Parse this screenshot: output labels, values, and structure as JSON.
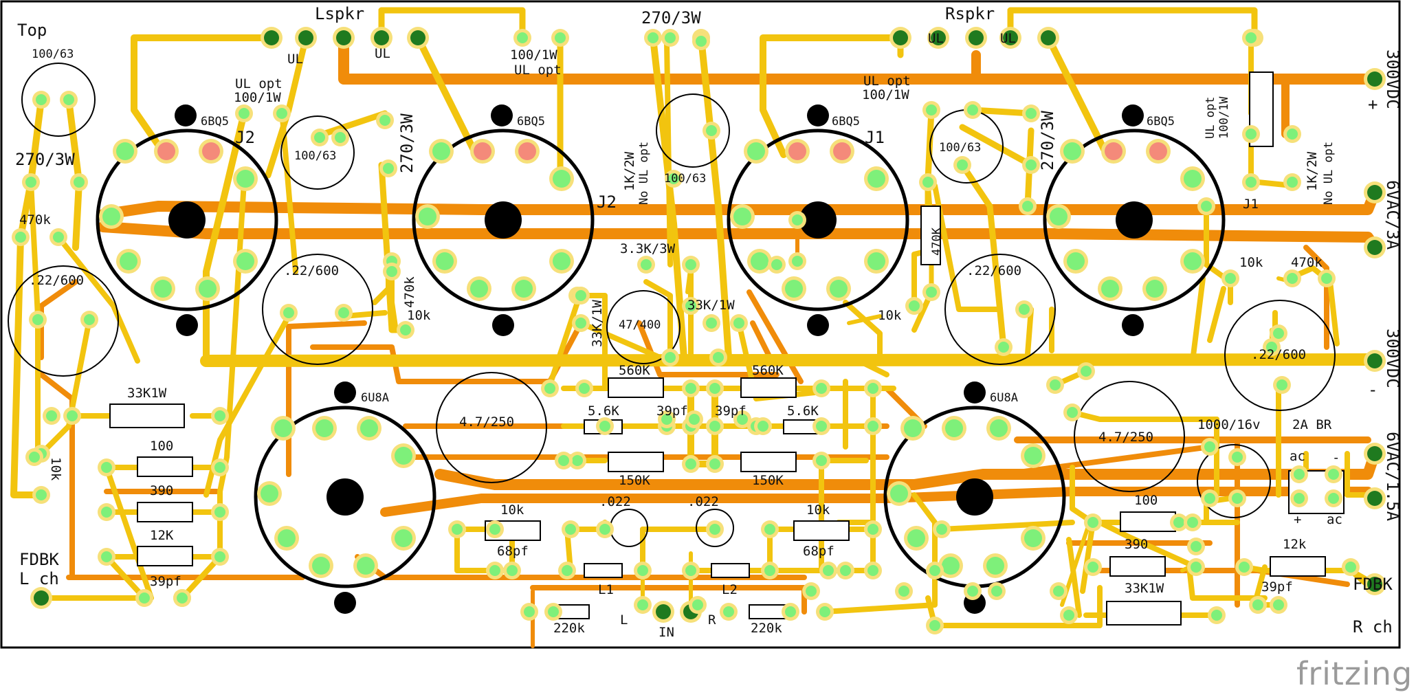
{
  "app": {
    "watermark": "fritzing"
  },
  "colors": {
    "trace_top": "#f2c40f",
    "trace_bottom": "#f08c0a",
    "pad": "#7ef07a",
    "pad_ring": "#f6e07a",
    "pad_red": "#f48a7a",
    "outline": "#000000"
  },
  "labels": {
    "top": "Top",
    "lspkr": "Lspkr",
    "rspkr": "Rspkr",
    "ul_1": "UL",
    "ul_2": "UL",
    "ul_3": "UL",
    "ul_4": "UL",
    "r_100_1w_a": "100/1W",
    "ul_opt_a": "UL opt",
    "r_270_3w_top": "270/3W",
    "ul_opt_b": "UL opt",
    "r_100_1w_b": "100/1W",
    "ul_opt_c": "UL opt",
    "r_100_1w_c": "100/1W",
    "c_100_63_a": "100/63",
    "r_270_3w_left": "270/3W",
    "r_470k_left": "470k",
    "c_22_600_left": ".22/600",
    "r_10k_left": "10k",
    "c_100_63_b": "100/63",
    "r_270_3w_b": "270/3W",
    "j2_left": "J2",
    "j2_mid": "J2",
    "j1_mid": "J1",
    "j1_right": "J1",
    "tube_6bq5_1": "6BQ5",
    "tube_6bq5_2": "6BQ5",
    "tube_6bq5_3": "6BQ5",
    "tube_6bq5_4": "6BQ5",
    "c_22_600_b": ".22/600",
    "r_470k_b": "470k",
    "r_10k_b": "10k",
    "r_1k2w_left": "1K/2W",
    "no_ul_opt_left": "No UL opt",
    "c_100_63_c": "100/63",
    "r_3_3k_3w": "3.3K/3W",
    "r_33k_1w_left": "33K/1W",
    "c_47_400": "47/400",
    "r_33k_1w_mid": "33K/1W",
    "c_100_63_d": "100/63",
    "r_270_3w_c": "270/3W",
    "r_470k_mid": "470K",
    "c_22_600_c": ".22/600",
    "r_10k_mid": "10k",
    "ul_opt_d": "UL opt",
    "r_100_1w_d": "100/1W",
    "r_1k2w_right": "1K/2W",
    "no_ul_opt_right": "No UL opt",
    "r_10k_right": "10k",
    "r_470k_right": "470k",
    "c_22_600_right": ".22/600",
    "v_300vdc_plus": "300VDC",
    "plus_sign": "+",
    "v_6vac_3a": "6VAC/3A",
    "v_300vdc_minus": "300VDC",
    "minus_sign": "-",
    "v_6vac_1_5a": "6VAC/1.5A",
    "r_33k1w_left": "33K1W",
    "r_100_left": "100",
    "r_390_left": "390",
    "r_12k_left": "12K",
    "c_39pf_left": "39pf",
    "fdbk_l": "FDBK",
    "lch": "L ch",
    "r_10k_vert": "10k",
    "tube_6u8a_1": "6U8A",
    "tube_6u8a_2": "6U8A",
    "c_4_7_250_a": "4.7/250",
    "c_4_7_250_b": "4.7/250",
    "r_560k_a": "560K",
    "r_560k_b": "560K",
    "r_5_6k_a": "5.6K",
    "r_5_6k_b": "5.6K",
    "c_39pf_a": "39pf",
    "c_39pf_b": "39pf",
    "r_150k_a": "150K",
    "r_150k_b": "150K",
    "r_10k_l": "10k",
    "r_10k_r": "10k",
    "c_022_a": ".022",
    "c_022_b": ".022",
    "c_68pf_a": "68pf",
    "c_68pf_b": "68pf",
    "l1": "L1",
    "l2": "L2",
    "r_220k_a": "220k",
    "r_220k_b": "220k",
    "in_l": "L",
    "in_r": "R",
    "in": "IN",
    "c_1000_16v": "1000/16v",
    "br_2a": "2A BR",
    "br_ac_top": "ac",
    "br_minus": "-",
    "br_plus": "+",
    "br_ac_bot": "ac",
    "r_100_right": "100",
    "r_390_right": "390",
    "r_12k_right": "12k",
    "r_33k1w_right": "33K1W",
    "c_39pf_right": "39pf",
    "fdbk_r": "FDBK",
    "rch": "R ch"
  }
}
